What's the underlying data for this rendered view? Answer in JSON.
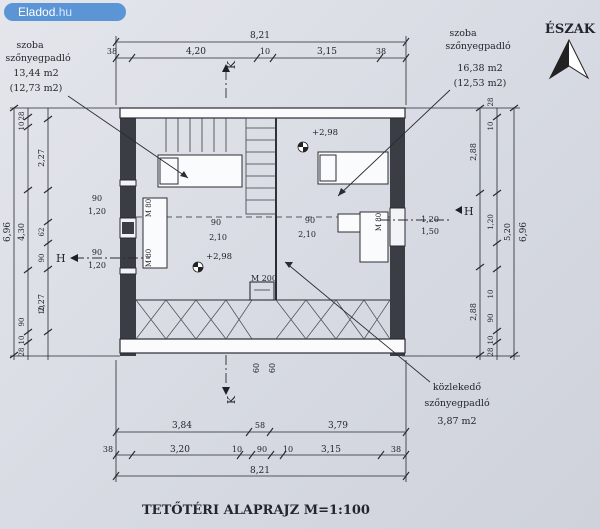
{
  "badge": {
    "brand": "Eladod",
    "domain": ".hu"
  },
  "compass": {
    "label": "ÉSZAK"
  },
  "title": "TETŐTÉRI ALAPRAJZ M=1:100",
  "rooms": {
    "left": {
      "name": "szoba",
      "floor": "szőnyegpadló",
      "area": "13,44 m2",
      "area_alt": "(12,73 m2)"
    },
    "right": {
      "name": "szoba",
      "floor": "szőnyegpadló",
      "area": "16,38 m2",
      "area_alt": "(12,53 m2)"
    },
    "corridor": {
      "name": "közlekedő",
      "floor": "szőnyegpadló",
      "area": "3,87 m2"
    }
  },
  "top_dims": {
    "total": "8,21",
    "parts": [
      "38",
      "4,20",
      "10",
      "3,15",
      "38"
    ]
  },
  "bottom_dims": {
    "row1": [
      "3,84",
      "58",
      "3,79"
    ],
    "row2": [
      "38",
      "3,20",
      "10",
      "90",
      "10",
      "3,15",
      "38"
    ],
    "total": "8,21"
  },
  "left_dims": {
    "outer": "6,96",
    "inner": [
      "28",
      "10",
      "2,27",
      "4,30",
      "62",
      "90",
      "2,27",
      "10",
      "90",
      "28",
      "10"
    ]
  },
  "right_dims": {
    "outer": "6,96",
    "mid": [
      "2,88",
      "5,20",
      "2,88"
    ],
    "inner": [
      "28",
      "10",
      "1,20",
      "90",
      "10",
      "28",
      "10"
    ]
  },
  "sections": {
    "k": "K",
    "h": "H"
  },
  "levels": [
    "+2,98",
    "+2,98"
  ],
  "openings": [
    {
      "w": "90",
      "h": "1,20"
    },
    {
      "w": "90",
      "h": "1,20"
    },
    {
      "w": "90",
      "h": "2,10"
    },
    {
      "w": "90",
      "h": "2,10"
    },
    {
      "w": "1,20",
      "h": "1,50"
    }
  ],
  "wall_marks": [
    "M 80",
    "M 80",
    "M 80",
    "M 200"
  ],
  "stair_dims": [
    "60",
    "60"
  ]
}
